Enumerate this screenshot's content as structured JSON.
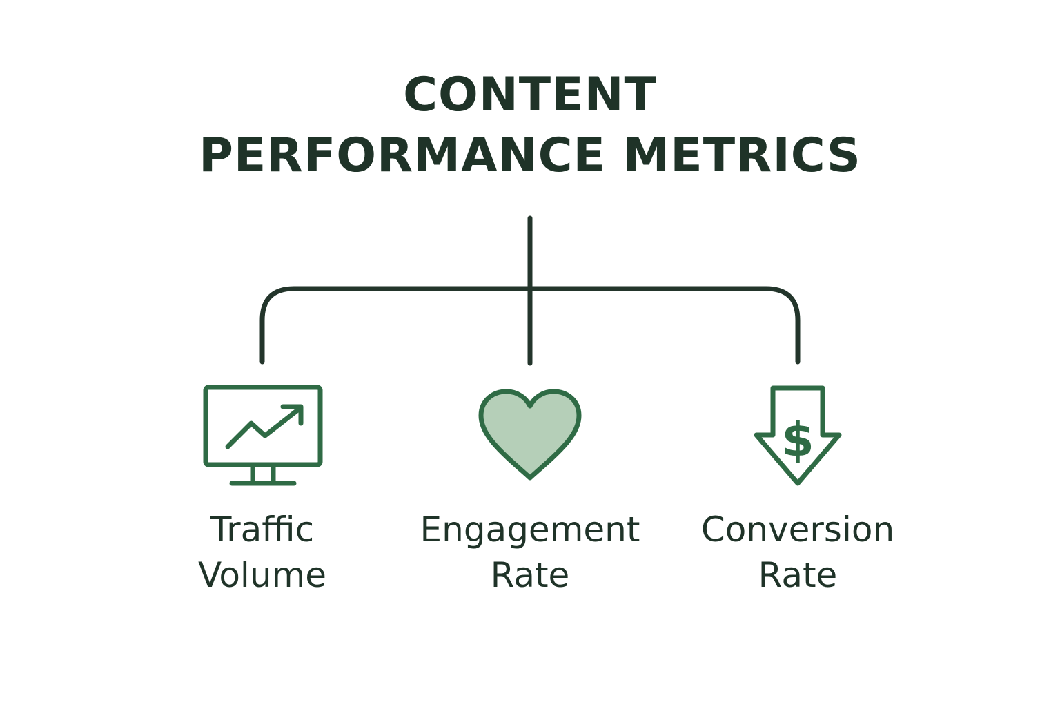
{
  "title": {
    "line1": "CONTENT",
    "line2": "PERFORMANCE METRICS"
  },
  "colors": {
    "text": "#1f3328",
    "line": "#23352b",
    "icon_stroke": "#2f6b45",
    "icon_fill": "#b5cfb8",
    "background": "#ffffff"
  },
  "metrics": [
    {
      "icon": "monitor-trend-icon",
      "line1": "Traffic",
      "line2": "Volume"
    },
    {
      "icon": "heart-icon",
      "line1": "Engagement",
      "line2": "Rate"
    },
    {
      "icon": "dollar-down-arrow-icon",
      "line1": "Conversion",
      "line2": "Rate"
    }
  ]
}
